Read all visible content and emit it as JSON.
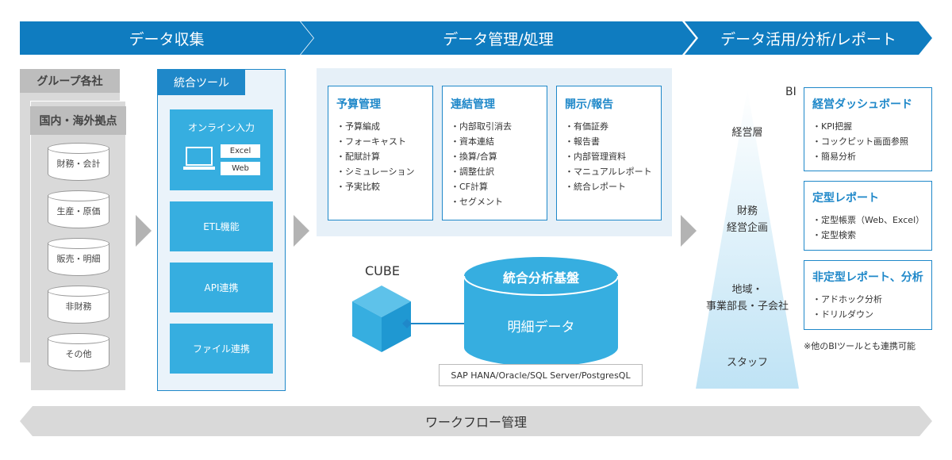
{
  "stages": [
    "データ収集",
    "データ管理/処理",
    "データ活用/分析/レポート"
  ],
  "group": {
    "outer_title": "グループ各社",
    "inner_title": "国内・海外拠点",
    "sources": [
      "財務・会計",
      "生産・原価",
      "販売・明細",
      "非財務",
      "その他"
    ]
  },
  "tool": {
    "title": "統合ツール",
    "online_input": "オンライン入力",
    "excel": "Excel",
    "web": "Web",
    "etl": "ETL機能",
    "api": "API連携",
    "file": "ファイル連携"
  },
  "management": [
    {
      "title": "予算管理",
      "items": [
        "・予算編成",
        "・フォーキャスト",
        "・配賦計算",
        "・シミュレーション",
        "・予実比較"
      ]
    },
    {
      "title": "連結管理",
      "items": [
        "・内部取引消去",
        "・資本連結",
        "・換算/合算",
        "・調整仕訳",
        "・CF計算",
        "・セグメント"
      ]
    },
    {
      "title": "開示/報告",
      "items": [
        "・有価証券",
        "・報告書",
        "・内部管理資料",
        "・マニュアルレポート",
        "・統合レポート"
      ]
    }
  ],
  "platform": {
    "cube": "CUBE",
    "title": "統合分析基盤",
    "detail": "明細データ",
    "databases": "SAP HANA/Oracle/SQL Server/PostgresQL"
  },
  "pyramid": {
    "levels": [
      "経営層",
      "財務",
      "経営企画",
      "地域・",
      "事業部長・子会社",
      "スタッフ"
    ]
  },
  "bi": {
    "label": "BI",
    "boxes": [
      {
        "title": "経営ダッシュボード",
        "items": [
          "・KPI把握",
          "・コックピット画面参照",
          "・簡易分析"
        ]
      },
      {
        "title": "定型レポート",
        "items": [
          "・定型帳票（Web、Excel）",
          "・定型検索"
        ]
      },
      {
        "title": "非定型レポート、分析",
        "items": [
          "・アドホック分析",
          "・ドリルダウン"
        ]
      }
    ],
    "note": "※他のBIツールとも連携可能"
  },
  "workflow": "ワークフロー管理",
  "colors": {
    "primary": "#0f7cc0",
    "accent": "#36aee0",
    "grey": "#d9d9d9"
  }
}
